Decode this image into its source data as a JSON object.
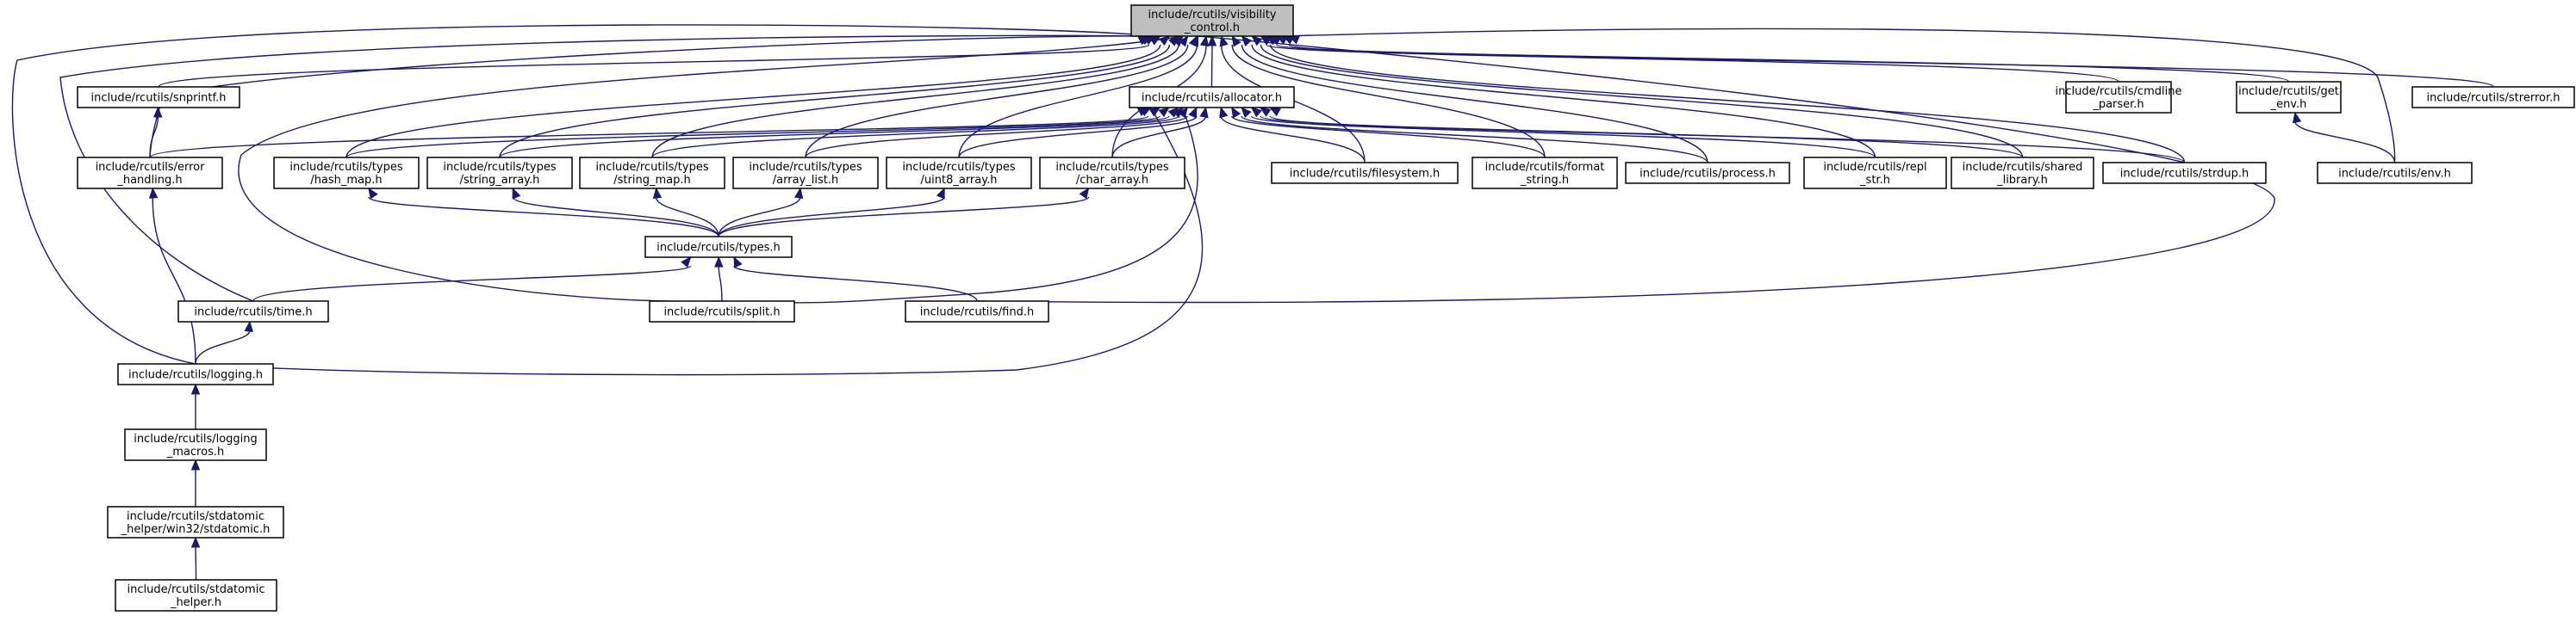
{
  "diagram": {
    "colors": {
      "edge": "#191970",
      "root_fill": "#bfbfbf",
      "node_fill": "#ffffff",
      "border": "#000000"
    },
    "nodes": [
      {
        "id": "visibility_control",
        "lines": [
          "include/rcutils/visibility",
          "_control.h"
        ],
        "root": true
      },
      {
        "id": "snprintf",
        "lines": [
          "include/rcutils/snprintf.h"
        ]
      },
      {
        "id": "allocator",
        "lines": [
          "include/rcutils/allocator.h"
        ]
      },
      {
        "id": "cmdline_parser",
        "lines": [
          "include/rcutils/cmdline",
          "_parser.h"
        ]
      },
      {
        "id": "get_env",
        "lines": [
          "include/rcutils/get",
          "_env.h"
        ]
      },
      {
        "id": "strerror",
        "lines": [
          "include/rcutils/strerror.h"
        ]
      },
      {
        "id": "error_handling",
        "lines": [
          "include/rcutils/error",
          "_handling.h"
        ]
      },
      {
        "id": "hash_map",
        "lines": [
          "include/rcutils/types",
          "/hash_map.h"
        ]
      },
      {
        "id": "string_array",
        "lines": [
          "include/rcutils/types",
          "/string_array.h"
        ]
      },
      {
        "id": "string_map",
        "lines": [
          "include/rcutils/types",
          "/string_map.h"
        ]
      },
      {
        "id": "array_list",
        "lines": [
          "include/rcutils/types",
          "/array_list.h"
        ]
      },
      {
        "id": "uint8_array",
        "lines": [
          "include/rcutils/types",
          "/uint8_array.h"
        ]
      },
      {
        "id": "char_array",
        "lines": [
          "include/rcutils/types",
          "/char_array.h"
        ]
      },
      {
        "id": "filesystem",
        "lines": [
          "include/rcutils/filesystem.h"
        ]
      },
      {
        "id": "format_string",
        "lines": [
          "include/rcutils/format",
          "_string.h"
        ]
      },
      {
        "id": "process",
        "lines": [
          "include/rcutils/process.h"
        ]
      },
      {
        "id": "repl_str",
        "lines": [
          "include/rcutils/repl",
          "_str.h"
        ]
      },
      {
        "id": "shared_library",
        "lines": [
          "include/rcutils/shared",
          "_library.h"
        ]
      },
      {
        "id": "strdup",
        "lines": [
          "include/rcutils/strdup.h"
        ]
      },
      {
        "id": "env",
        "lines": [
          "include/rcutils/env.h"
        ]
      },
      {
        "id": "types",
        "lines": [
          "include/rcutils/types.h"
        ]
      },
      {
        "id": "time",
        "lines": [
          "include/rcutils/time.h"
        ]
      },
      {
        "id": "split",
        "lines": [
          "include/rcutils/split.h"
        ]
      },
      {
        "id": "find",
        "lines": [
          "include/rcutils/find.h"
        ]
      },
      {
        "id": "logging",
        "lines": [
          "include/rcutils/logging.h"
        ]
      },
      {
        "id": "logging_macros",
        "lines": [
          "include/rcutils/logging",
          "_macros.h"
        ]
      },
      {
        "id": "stdatomic_win32",
        "lines": [
          "include/rcutils/stdatomic",
          "_helper/win32/stdatomic.h"
        ]
      },
      {
        "id": "stdatomic_helper",
        "lines": [
          "include/rcutils/stdatomic",
          "_helper.h"
        ]
      }
    ],
    "edges": [
      [
        "visibility_control",
        "snprintf"
      ],
      [
        "visibility_control",
        "allocator"
      ],
      [
        "visibility_control",
        "cmdline_parser"
      ],
      [
        "visibility_control",
        "get_env"
      ],
      [
        "visibility_control",
        "strerror"
      ],
      [
        "visibility_control",
        "error_handling"
      ],
      [
        "visibility_control",
        "hash_map"
      ],
      [
        "visibility_control",
        "string_array"
      ],
      [
        "visibility_control",
        "string_map"
      ],
      [
        "visibility_control",
        "array_list"
      ],
      [
        "visibility_control",
        "uint8_array"
      ],
      [
        "visibility_control",
        "char_array"
      ],
      [
        "visibility_control",
        "filesystem"
      ],
      [
        "visibility_control",
        "format_string"
      ],
      [
        "visibility_control",
        "process"
      ],
      [
        "visibility_control",
        "repl_str"
      ],
      [
        "visibility_control",
        "shared_library"
      ],
      [
        "visibility_control",
        "strdup"
      ],
      [
        "visibility_control",
        "env"
      ],
      [
        "visibility_control",
        "time"
      ],
      [
        "visibility_control",
        "split"
      ],
      [
        "visibility_control",
        "find"
      ],
      [
        "visibility_control",
        "logging"
      ],
      [
        "snprintf",
        "error_handling"
      ],
      [
        "allocator",
        "error_handling"
      ],
      [
        "allocator",
        "hash_map"
      ],
      [
        "allocator",
        "string_array"
      ],
      [
        "allocator",
        "string_map"
      ],
      [
        "allocator",
        "array_list"
      ],
      [
        "allocator",
        "uint8_array"
      ],
      [
        "allocator",
        "char_array"
      ],
      [
        "allocator",
        "filesystem"
      ],
      [
        "allocator",
        "format_string"
      ],
      [
        "allocator",
        "process"
      ],
      [
        "allocator",
        "repl_str"
      ],
      [
        "allocator",
        "shared_library"
      ],
      [
        "allocator",
        "strdup"
      ],
      [
        "allocator",
        "split"
      ],
      [
        "allocator",
        "logging"
      ],
      [
        "get_env",
        "env"
      ],
      [
        "error_handling",
        "logging"
      ],
      [
        "hash_map",
        "types"
      ],
      [
        "string_array",
        "types"
      ],
      [
        "string_map",
        "types"
      ],
      [
        "array_list",
        "types"
      ],
      [
        "uint8_array",
        "types"
      ],
      [
        "char_array",
        "types"
      ],
      [
        "types",
        "time"
      ],
      [
        "types",
        "split"
      ],
      [
        "types",
        "find"
      ],
      [
        "time",
        "logging"
      ],
      [
        "logging",
        "logging_macros"
      ],
      [
        "logging_macros",
        "stdatomic_win32"
      ],
      [
        "stdatomic_win32",
        "stdatomic_helper"
      ]
    ]
  }
}
